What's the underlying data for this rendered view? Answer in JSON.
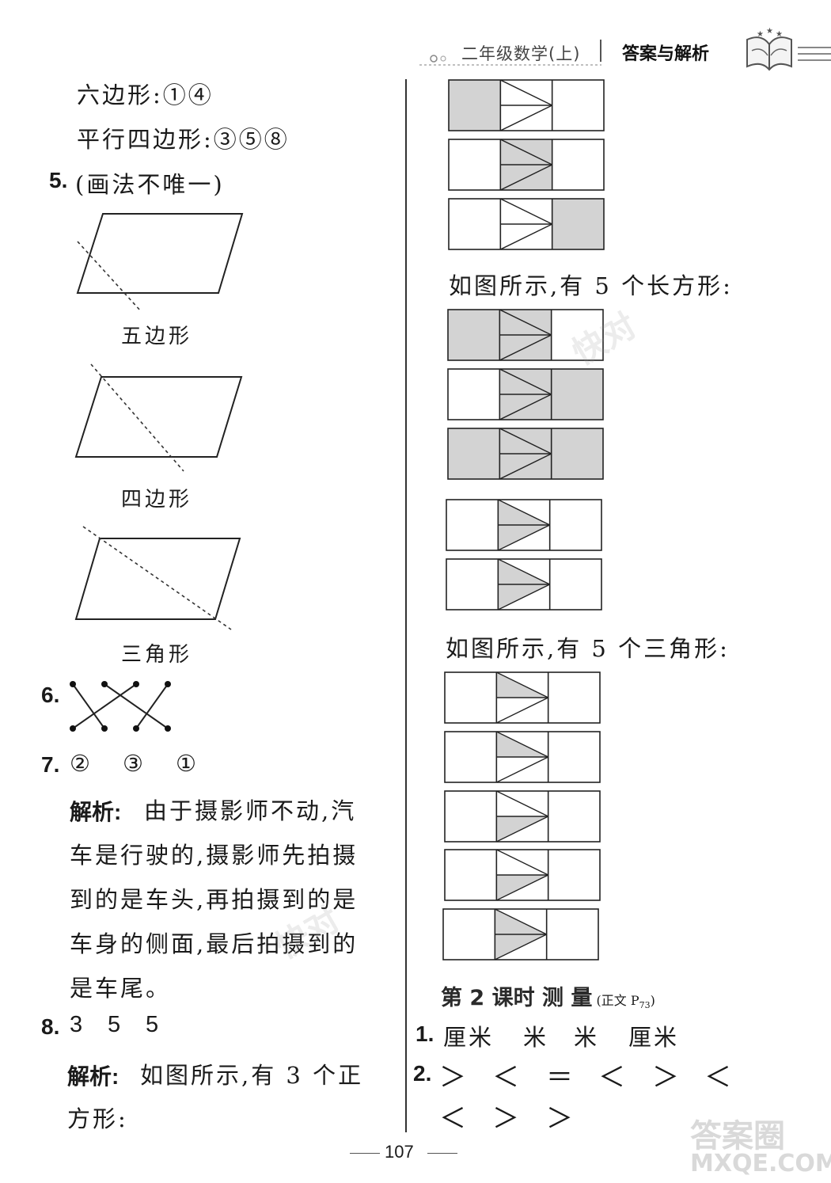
{
  "header": {
    "book": "二年级数学(上)",
    "section": "答案与解析"
  },
  "left": {
    "hexagon_line": "六边形:①④",
    "parallelogram_line": "平行四边形:③⑤⑧",
    "q5": {
      "num": "5.",
      "note": "(画法不唯一)",
      "captions": [
        "五边形",
        "四边形",
        "三角形"
      ]
    },
    "q6": {
      "num": "6."
    },
    "q7": {
      "num": "7.",
      "answers": [
        "②",
        "③",
        "①"
      ],
      "analysis_label": "解析:",
      "analysis_lines": [
        "由于摄影师不动,汽",
        "车是行驶的,摄影师先拍摄",
        "到的是车头,再拍摄到的是",
        "车身的侧面,最后拍摄到的",
        "是车尾。"
      ]
    },
    "q8": {
      "num": "8.",
      "answers": [
        "3",
        "5",
        "5"
      ],
      "analysis_label": "解析:",
      "analysis_lines": [
        "如图所示,有 3 个正",
        "方形:"
      ]
    }
  },
  "right": {
    "rect_caption": "如图所示,有 5 个长方形:",
    "tri_caption": "如图所示,有 5 个三角形:",
    "lesson": {
      "title": "第 2 课时   测   量",
      "ref_prefix": "(正文 P",
      "ref_sub": "73",
      "ref_suffix": ")"
    },
    "q1": {
      "num": "1.",
      "answers": [
        "厘米",
        "米",
        "米",
        "厘米"
      ]
    },
    "q2": {
      "num": "2.",
      "row1": [
        "＞",
        "＜",
        "＝",
        "＜",
        "＞",
        "＜"
      ],
      "row2": [
        "＜",
        "＞",
        "＞"
      ]
    }
  },
  "footer": {
    "page": "107"
  },
  "watermarks": [
    "快对",
    "快对",
    "答案圈",
    "MXQE.COM"
  ]
}
